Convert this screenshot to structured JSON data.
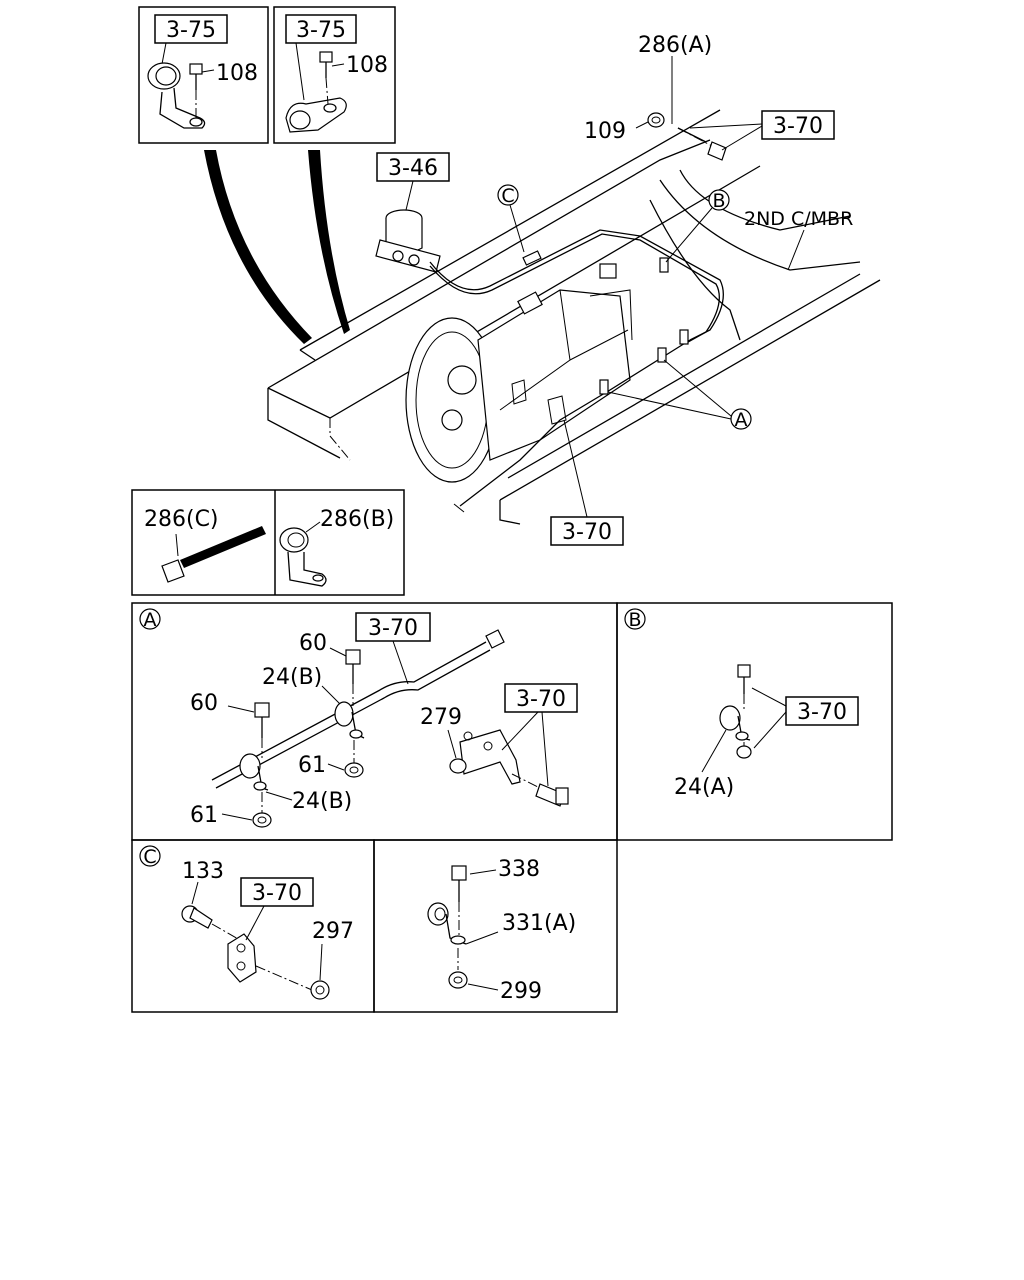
{
  "labels": {
    "ref_3_75_a": "3-75",
    "ref_3_75_b": "3-75",
    "bolt_108_a": "108",
    "bolt_108_b": "108",
    "part_286a": "286(A)",
    "part_109": "109",
    "ref_3_70_top": "3-70",
    "ref_3_46": "3-46",
    "callout_c_main": "C",
    "callout_b_main": "B",
    "callout_a_main": "A",
    "member_2nd": "2ND C/MBR",
    "ref_3_70_main": "3-70",
    "part_286c": "286(C)",
    "part_286b": "286(B)",
    "panel_a_tag": "A",
    "ref_3_70_pa1": "3-70",
    "bolt_60_a": "60",
    "bracket_24b_a": "24(B)",
    "bolt_60_b": "60",
    "nut_279": "279",
    "ref_3_70_pa2": "3-70",
    "nut_61_a": "61",
    "bracket_24b_b": "24(B)",
    "nut_61_b": "61",
    "panel_b_tag": "B",
    "ref_3_70_pb": "3-70",
    "bracket_24a": "24(A)",
    "panel_c_tag": "C",
    "bolt_133": "133",
    "ref_3_70_pc": "3-70",
    "nut_297": "297",
    "bolt_338": "338",
    "clip_331a": "331(A)",
    "nut_299": "299"
  }
}
